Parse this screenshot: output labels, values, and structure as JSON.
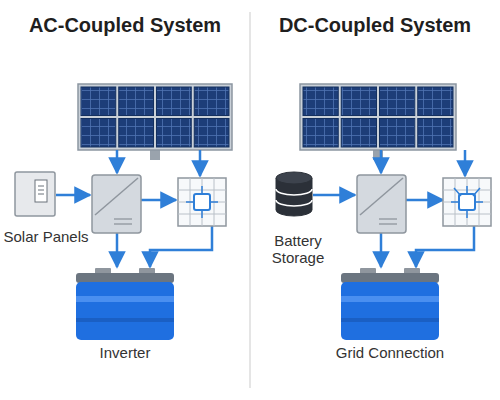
{
  "diagram": {
    "nodes": [
      {
        "text": [
          "Solar Panels"
        ]
      },
      {
        "text": [
          "Inverter"
        ]
      },
      {
        "text": [
          "Battery Storage"
        ]
      },
      {
        "text": [
          "Grid Connection"
        ]
      }
    ],
    "labels": [
      "AC-Coupled System",
      "DC-Coupled System"
    ]
  }
}
